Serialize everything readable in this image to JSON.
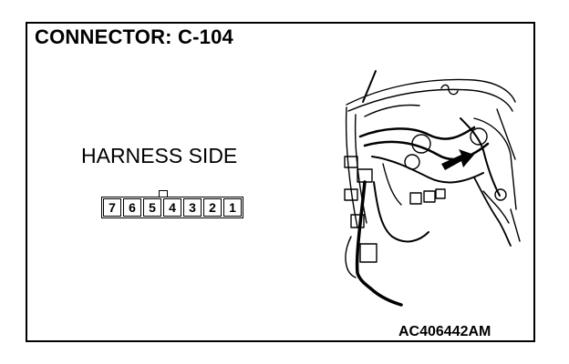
{
  "diagram": {
    "title": "CONNECTOR: C-104",
    "connector_label": "HARNESS SIDE",
    "pins": [
      "7",
      "6",
      "5",
      "4",
      "3",
      "2",
      "1"
    ],
    "figure_code": "AC406442AM"
  }
}
